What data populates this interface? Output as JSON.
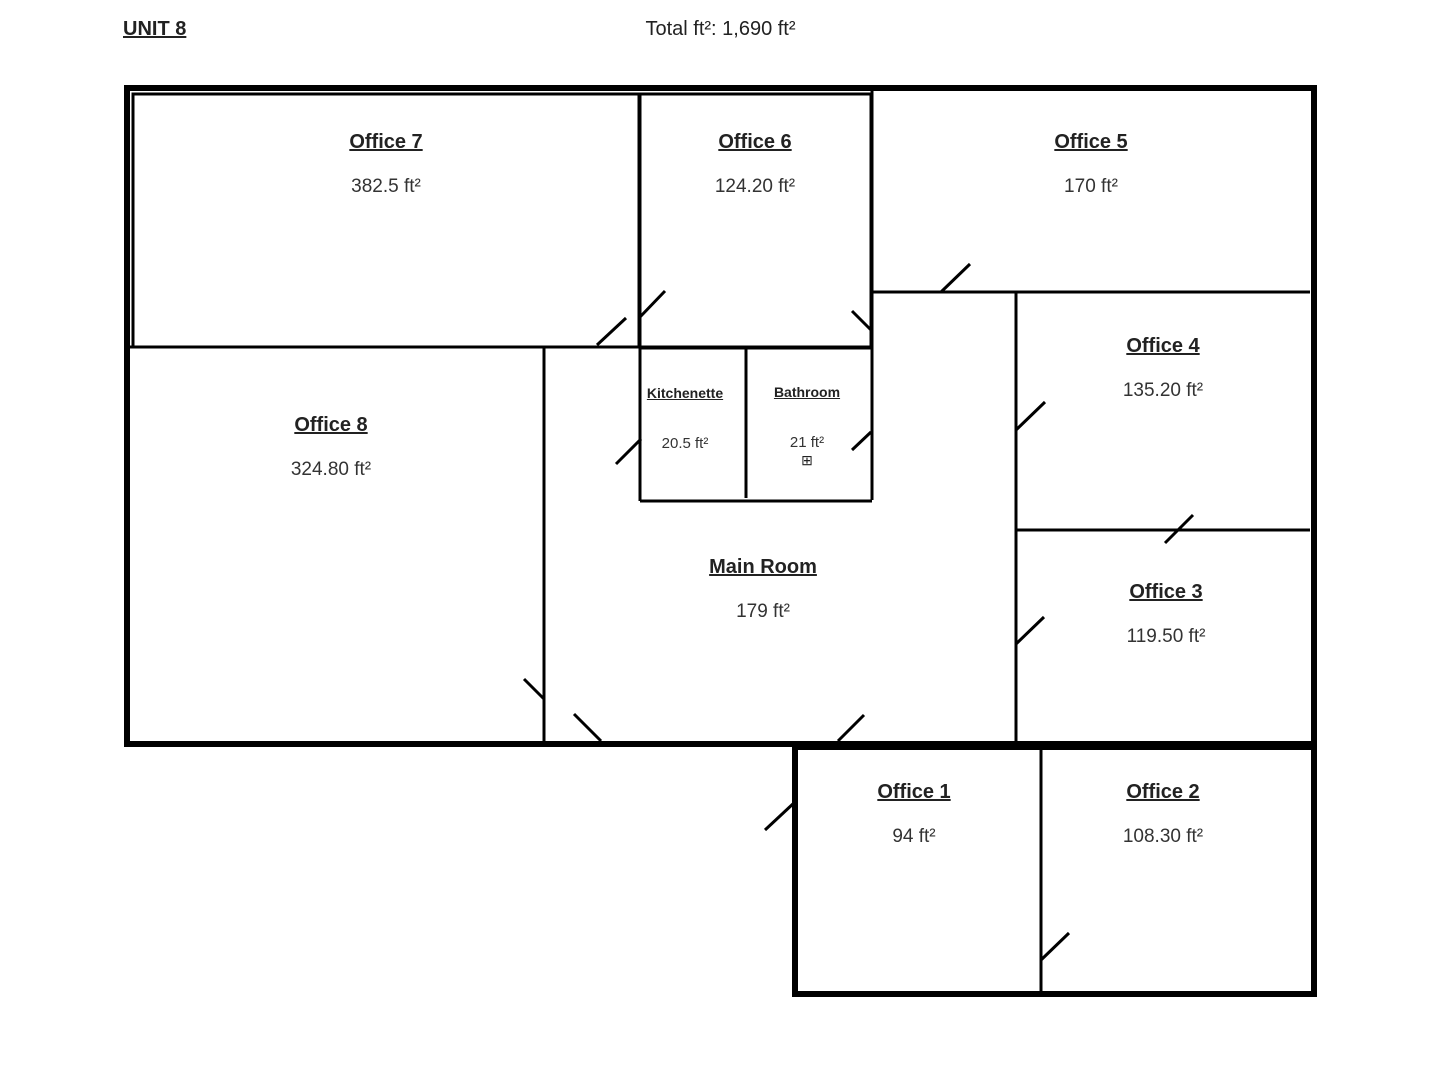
{
  "header": {
    "unit": "UNIT 8",
    "total": "Total ft²: 1,690 ft²"
  },
  "rooms": {
    "office7": {
      "name": "Office 7",
      "area": "382.5 ft²"
    },
    "office6": {
      "name": "Office 6",
      "area": "124.20 ft²"
    },
    "office5": {
      "name": "Office 5",
      "area": "170 ft²"
    },
    "office4": {
      "name": "Office 4",
      "area": "135.20 ft²"
    },
    "office8": {
      "name": "Office 8",
      "area": "324.80 ft²"
    },
    "kitchenette": {
      "name": "Kitchenette",
      "area": "20.5 ft²"
    },
    "bathroom": {
      "name": "Bathroom",
      "area": "21 ft²"
    },
    "mainroom": {
      "name": "Main Room",
      "area": "179 ft²"
    },
    "office3": {
      "name": "Office 3",
      "area": "119.50 ft²"
    },
    "office1": {
      "name": "Office 1",
      "area": "94 ft²"
    },
    "office2": {
      "name": "Office 2",
      "area": "108.30 ft²"
    }
  },
  "icons": {
    "toilet": "toilet-icon",
    "door": "door-swing-icon"
  },
  "colors": {
    "wall": "#000000",
    "background": "#ffffff"
  }
}
